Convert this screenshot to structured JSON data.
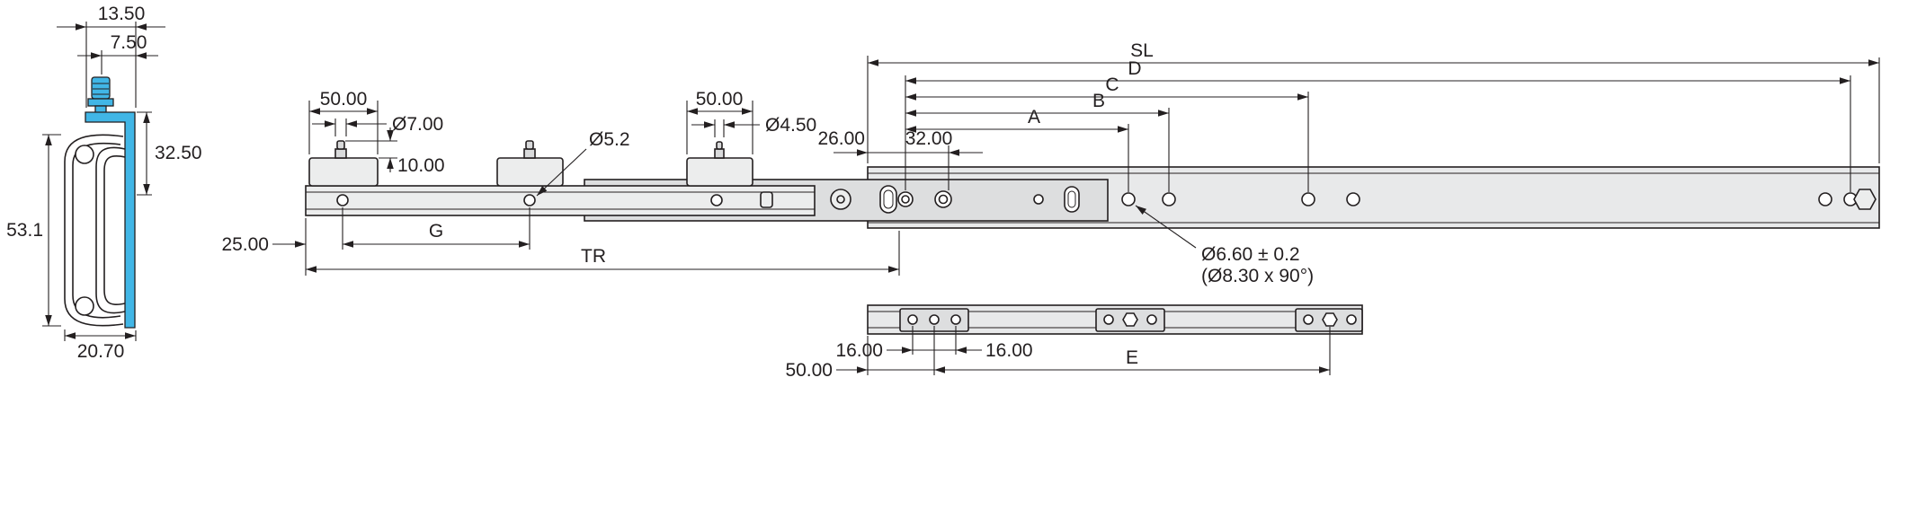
{
  "drawing": {
    "kind": "telescopic-drawer-slide-dimensional-drawing",
    "colors": {
      "line": "#231f20",
      "highlight": "#41b6e6",
      "rail_fill": "#e8e9ea",
      "rail_fill_mid": "#dddedf",
      "rail_fill_inner": "#eceded",
      "background": "#ffffff"
    },
    "cross_section": {
      "top_width": "13.50",
      "pin_offset": "7.50",
      "flange_height": "32.50",
      "overall_height": "53.1",
      "bottom_width": "20.70"
    },
    "side_view": {
      "bracket_front_width": "50.00",
      "front_pin_dia": "Ø7.00",
      "front_pin_height": "10.00",
      "bracket_hole_dia": "Ø5.2",
      "bracket_rear_width": "50.00",
      "rear_pin_dia": "Ø4.50",
      "front_offset": "25.00",
      "bracket_pitch": "G",
      "travel": "TR",
      "end_to_hole1": "26.00",
      "hole1_to_hole2": "32.00",
      "slide_length": "SL",
      "dim_d": "D",
      "dim_c": "C",
      "dim_b": "B",
      "dim_a": "A",
      "mount_hole_note_line1": "Ø6.60 ± 0.2",
      "mount_hole_note_line2": "(Ø8.30 x 90°)"
    },
    "bottom_view": {
      "pitch_left": "16.00",
      "pitch_right": "16.00",
      "end_to_center": "50.00",
      "bracket_span": "E"
    }
  }
}
